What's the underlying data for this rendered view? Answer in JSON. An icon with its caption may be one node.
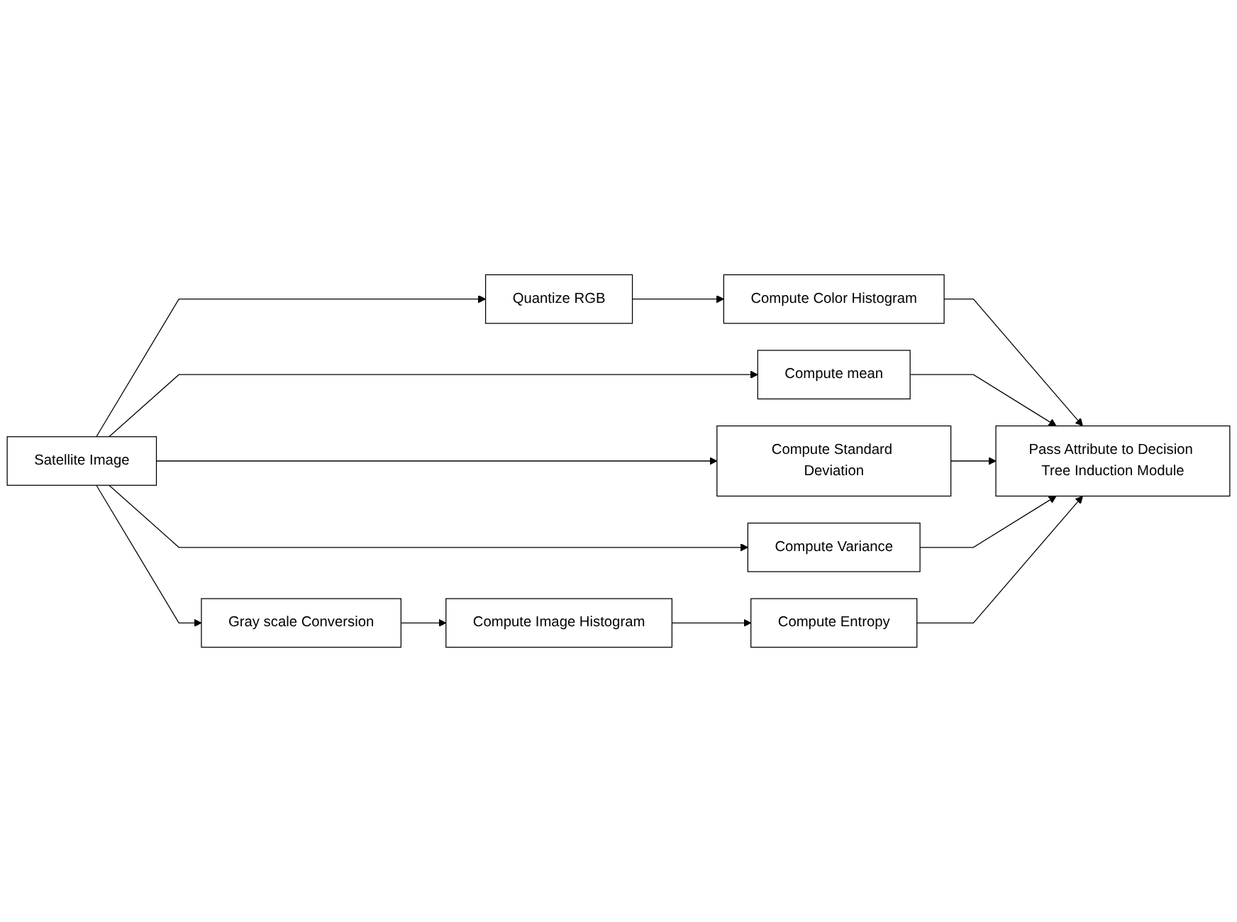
{
  "diagram": {
    "nodes": [
      {
        "text": [
          "Satellite Image"
        ]
      },
      {
        "text": [
          "Quantize RGB"
        ]
      },
      {
        "text": [
          "Compute Color Histogram"
        ]
      },
      {
        "text": [
          "Compute mean"
        ]
      },
      {
        "text": [
          "Compute Standard Deviation"
        ]
      },
      {
        "text": [
          "Compute Variance"
        ]
      },
      {
        "text": [
          "Gray scale Conversion"
        ]
      },
      {
        "text": [
          "Compute Image Histogram"
        ]
      },
      {
        "text": [
          "Compute Entropy"
        ]
      },
      {
        "text": [
          "Pass Attribute to Decision Tree Induction Module"
        ]
      }
    ],
    "edges": [
      {
        "from": 0,
        "to": 1,
        "arrow": "to"
      },
      {
        "from": 1,
        "to": 2,
        "arrow": "to"
      },
      {
        "from": 0,
        "to": 3,
        "arrow": "to"
      },
      {
        "from": 0,
        "to": 4,
        "arrow": "to"
      },
      {
        "from": 0,
        "to": 5,
        "arrow": "to"
      },
      {
        "from": 0,
        "to": 6,
        "arrow": "to"
      },
      {
        "from": 6,
        "to": 7,
        "arrow": "to"
      },
      {
        "from": 7,
        "to": 8,
        "arrow": "to"
      },
      {
        "from": 2,
        "to": 9,
        "arrow": "to"
      },
      {
        "from": 3,
        "to": 9,
        "arrow": "to"
      },
      {
        "from": 4,
        "to": 9,
        "arrow": "to"
      },
      {
        "from": 5,
        "to": 9,
        "arrow": "to"
      },
      {
        "from": 8,
        "to": 9,
        "arrow": "to"
      }
    ]
  }
}
